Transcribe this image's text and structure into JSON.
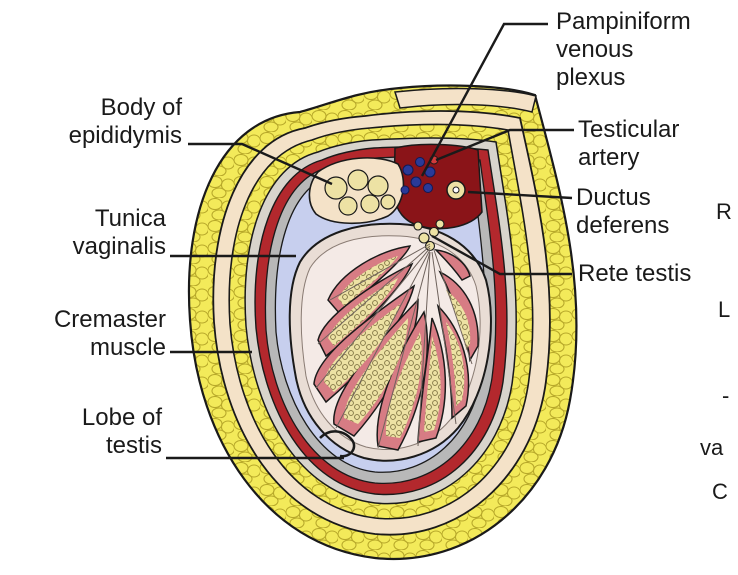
{
  "labels": {
    "body_epididymis": [
      "Body of",
      "epididymis"
    ],
    "tunica_vaginalis": [
      "Tunica",
      "vaginalis"
    ],
    "cremaster": [
      "Cremaster",
      "muscle"
    ],
    "lobe_testis": [
      "Lobe of",
      "testis"
    ],
    "pampiniform": [
      "Pampiniform",
      "venous",
      "plexus"
    ],
    "testicular_artery": [
      "Testicular",
      "artery"
    ],
    "ductus_deferens": [
      "Ductus",
      "deferens"
    ],
    "rete_testis": "Rete testis"
  },
  "cropped_fragments": [
    "R",
    "L",
    "-",
    "va",
    "C"
  ],
  "colors": {
    "fat": "#f3ea5a",
    "fat_line": "#b8a92a",
    "skin": "#f4e2c8",
    "dartos": "#c9b9a3",
    "tunica_red": "#b3282d",
    "vaginalis_blue": "#c7cfee",
    "albuginea": "#e9ddd5",
    "lobule_pink": "#d77c84",
    "tubule_cream": "#ede2a4",
    "vessel_blue": "#2a3a98",
    "plexus_dark_red": "#8a1418"
  }
}
